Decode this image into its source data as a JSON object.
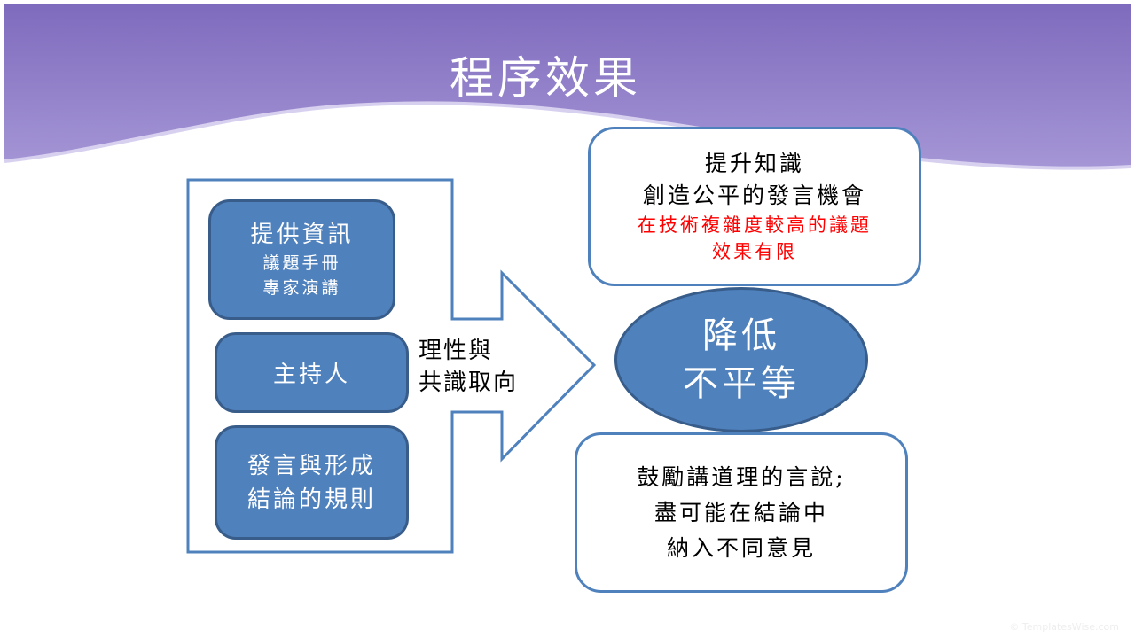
{
  "title": "程序效果",
  "left_boxes": [
    {
      "title": "提供資訊",
      "lines": [
        "議題手冊",
        "專家演講"
      ]
    },
    {
      "title": "主持人"
    },
    {
      "lines": [
        "發言與形成",
        "結論的規則"
      ]
    }
  ],
  "arrow_label": [
    "理性與",
    "共識取向"
  ],
  "center": [
    "降低",
    "不平等"
  ],
  "top_box": {
    "lines": [
      "提升知識",
      "創造公平的發言機會"
    ],
    "red_lines": [
      "在技術複雜度較高的議題",
      "效果有限"
    ]
  },
  "bottom_box": {
    "lines": [
      "鼓勵講道理的言說;",
      "盡可能在結論中",
      "納入不同意見"
    ]
  },
  "watermark": "© TemplatesWise.com",
  "colors": {
    "box_fill": "#4f81bd",
    "box_border": "#385d8a",
    "header": "#8b74c4",
    "warning": "#ff0000"
  }
}
